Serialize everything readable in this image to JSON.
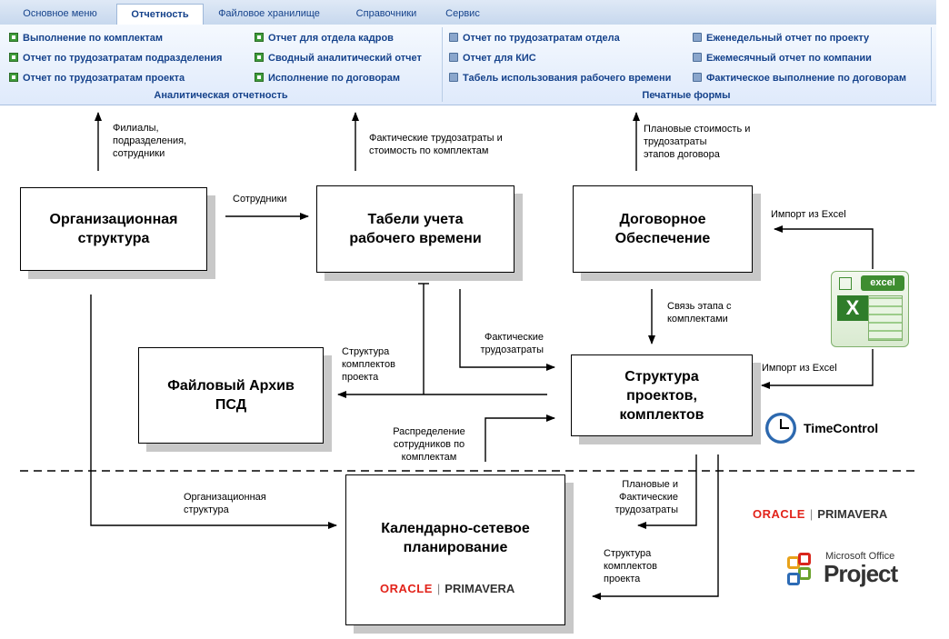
{
  "tabs": [
    {
      "label": "Основное меню",
      "active": false
    },
    {
      "label": "Отчетность",
      "active": true
    },
    {
      "label": "Файловое хранилище",
      "active": false
    },
    {
      "label": "Справочники",
      "active": false
    },
    {
      "label": "Сервис",
      "active": false
    }
  ],
  "ribbon": {
    "analytic_group_label": "Аналитическая отчетность",
    "print_group_label": "Печатные формы",
    "analytic_col1": [
      "Выполнение по комплектам",
      "Отчет по трудозатратам подразделения",
      "Отчет по трудозатратам проекта"
    ],
    "analytic_col2": [
      "Отчет для отдела кадров",
      "Сводный аналитический отчет",
      "Исполнение по договорам"
    ],
    "print_col1": [
      "Отчет по трудозатратам отдела",
      "Отчет для КИС",
      "Табель использования рабочего времени"
    ],
    "print_col2": [
      "Еженедельный отчет по проекту",
      "Ежемесячный отчет по компании",
      "Фактическое выполнение по договорам"
    ]
  },
  "boxes": {
    "org": "Организационная\nструктура",
    "timesheets": "Табели учета\nрабочего времени",
    "contract": "Договорное\nОбеспечение",
    "archive": "Файловый Архив\nПСД",
    "projects": "Структура\nпроектов,\nкомплектов",
    "planning": "Календарно-сетевое\nпланирование"
  },
  "labels": {
    "branches": "Филиалы,\nподразделения,\nсотрудники",
    "actual_cost": "Фактические трудозатраты и\nстоимость по комплектам",
    "planned_cost": "Плановые стоимость и\nтрудозатраты\nэтапов договора",
    "employees": "Сотрудники",
    "import_excel_1": "Импорт из Excel",
    "import_excel_2": "Импорт из Excel",
    "stage_link": "Связь этапа с\nкомплектами",
    "actual_labor": "Фактические\nтрудозатраты",
    "structure_sets_1": "Структура\nкомплектов\nпроекта",
    "distribution": "Распределение\nсотрудников по\nкомплектам",
    "org_structure": "Организационная\nструктура",
    "planned_actual": "Плановые и\nФактические\nтрудозатраты",
    "structure_sets_2": "Структура\nкомплектов\nпроекта"
  },
  "logos": {
    "excel_tag": "excel",
    "excel_letter": "X",
    "oracle": "ORACLE",
    "primavera": "PRIMAVERA",
    "separator": "|",
    "timecontrol": "TimeControl",
    "ms_office": "Microsoft Office",
    "project": "Project"
  }
}
